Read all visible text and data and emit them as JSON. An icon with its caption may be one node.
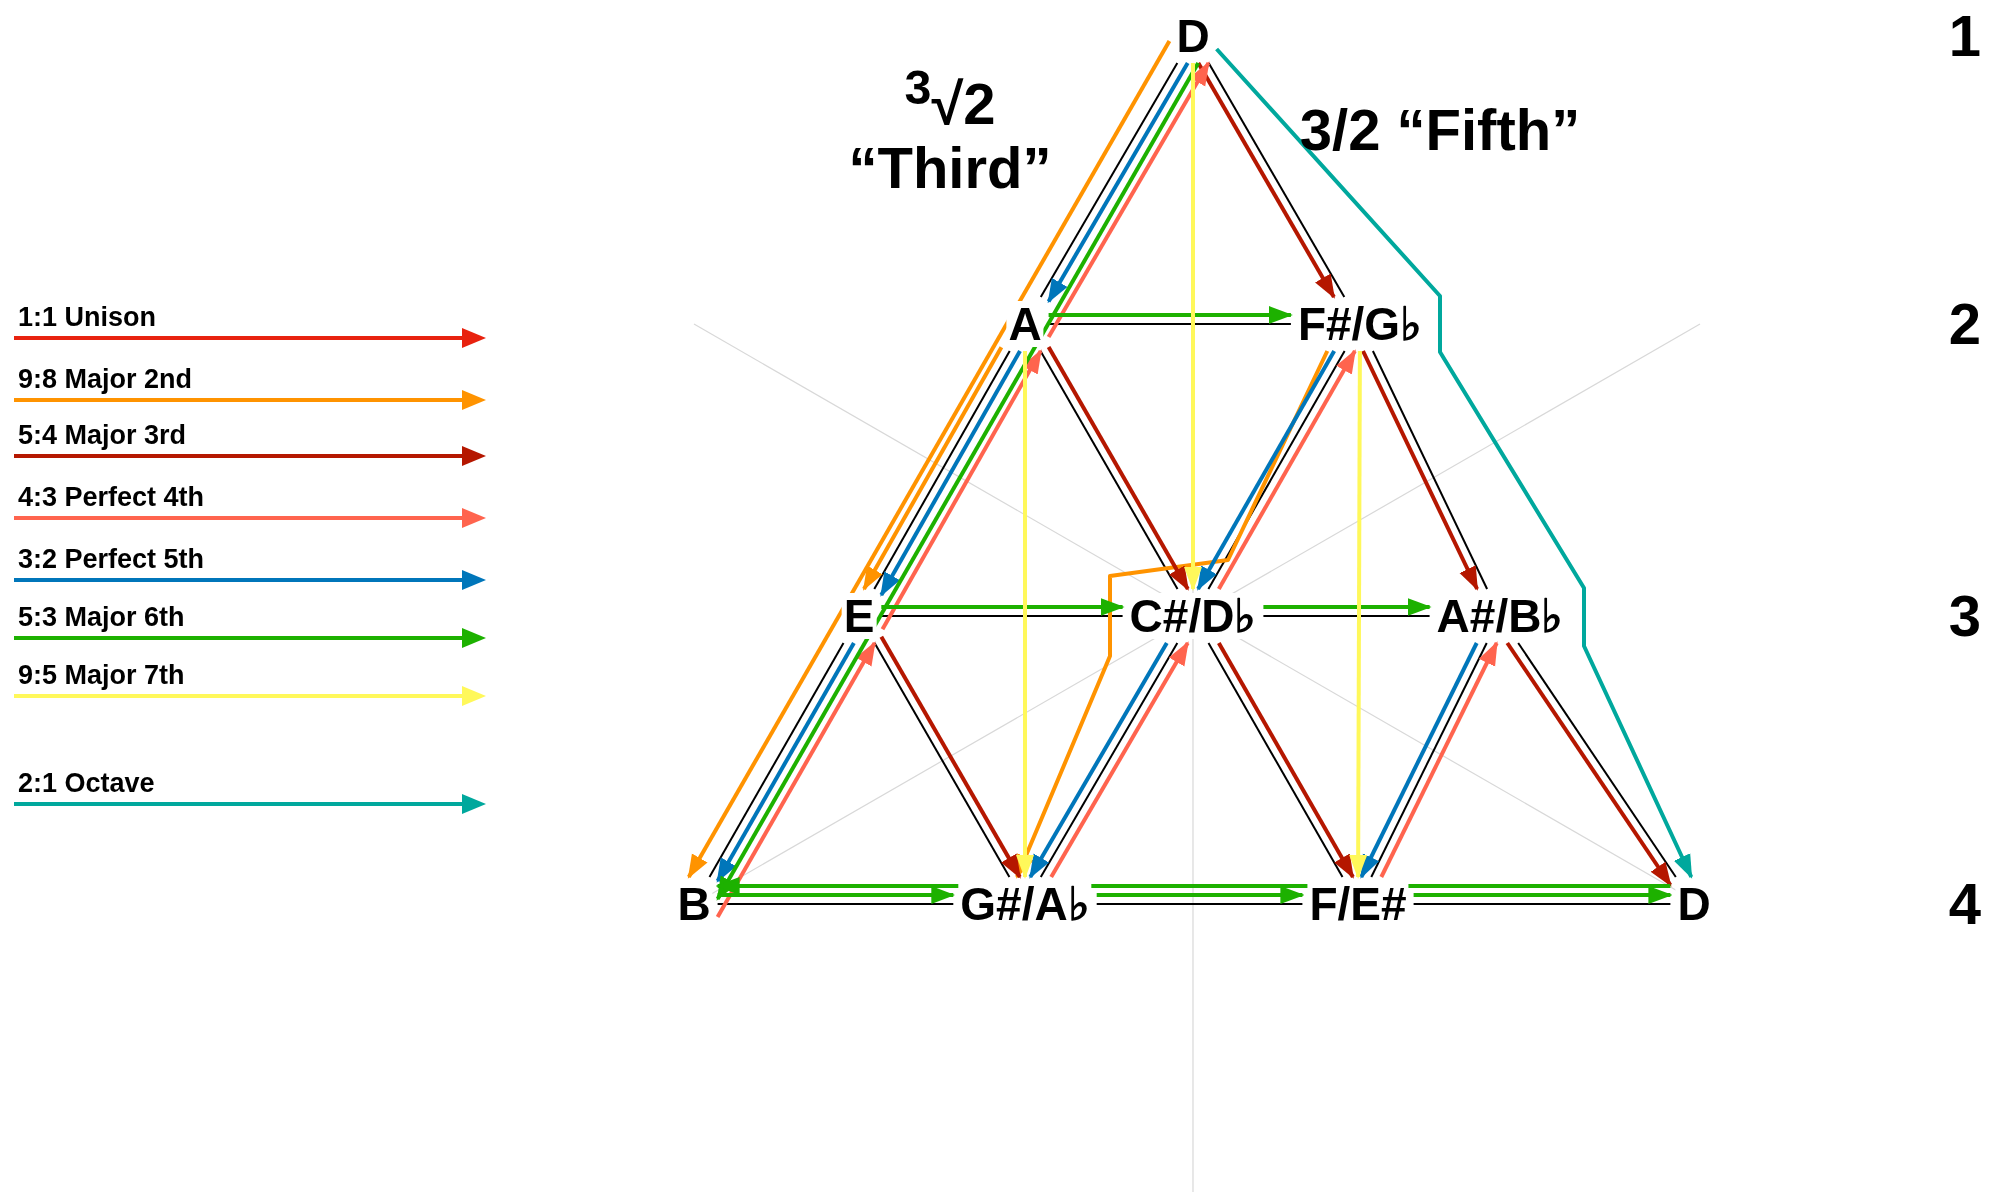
{
  "diagram": {
    "nodes": [
      {
        "text": [
          "D"
        ]
      },
      {
        "text": [
          "A"
        ]
      },
      {
        "text": [
          "F#/G♭"
        ]
      },
      {
        "text": [
          "E"
        ]
      },
      {
        "text": [
          "C#/D♭"
        ]
      },
      {
        "text": [
          "A#/B♭"
        ]
      },
      {
        "text": [
          "B"
        ]
      },
      {
        "text": [
          "G#/A♭"
        ]
      },
      {
        "text": [
          "F/E#"
        ]
      },
      {
        "text": [
          "D"
        ]
      }
    ],
    "edges": [
      {
        "from": 0,
        "to": 1,
        "arrow": "none"
      },
      {
        "from": 0,
        "to": 2,
        "arrow": "none"
      },
      {
        "from": 1,
        "to": 2,
        "arrow": "none"
      },
      {
        "from": 1,
        "to": 3,
        "arrow": "none"
      },
      {
        "from": 1,
        "to": 4,
        "arrow": "none"
      },
      {
        "from": 2,
        "to": 4,
        "arrow": "none"
      },
      {
        "from": 2,
        "to": 5,
        "arrow": "none"
      },
      {
        "from": 3,
        "to": 4,
        "arrow": "none"
      },
      {
        "from": 4,
        "to": 5,
        "arrow": "none"
      },
      {
        "from": 3,
        "to": 6,
        "arrow": "none"
      },
      {
        "from": 3,
        "to": 7,
        "arrow": "none"
      },
      {
        "from": 4,
        "to": 7,
        "arrow": "none"
      },
      {
        "from": 4,
        "to": 8,
        "arrow": "none"
      },
      {
        "from": 5,
        "to": 8,
        "arrow": "none"
      },
      {
        "from": 5,
        "to": 9,
        "arrow": "none"
      },
      {
        "from": 6,
        "to": 7,
        "arrow": "none"
      },
      {
        "from": 7,
        "to": 8,
        "arrow": "none"
      },
      {
        "from": 8,
        "to": 9,
        "arrow": "none"
      },
      {
        "from": 0,
        "to": 6,
        "arrow": "to",
        "color": "#ff9300"
      },
      {
        "from": 1,
        "to": 3,
        "arrow": "to",
        "color": "#ff9300"
      },
      {
        "from": 2,
        "to": 7,
        "arrow": "to",
        "color": "#ff9300"
      },
      {
        "from": 0,
        "to": 2,
        "arrow": "to",
        "color": "#b51700"
      },
      {
        "from": 1,
        "to": 4,
        "arrow": "to",
        "color": "#b51700"
      },
      {
        "from": 2,
        "to": 5,
        "arrow": "to",
        "color": "#b51700"
      },
      {
        "from": 3,
        "to": 7,
        "arrow": "to",
        "color": "#b51700"
      },
      {
        "from": 4,
        "to": 8,
        "arrow": "to",
        "color": "#b51700"
      },
      {
        "from": 5,
        "to": 9,
        "arrow": "to",
        "color": "#b51700"
      },
      {
        "from": 1,
        "to": 0,
        "arrow": "to",
        "color": "#ff644e"
      },
      {
        "from": 3,
        "to": 1,
        "arrow": "to",
        "color": "#ff644e"
      },
      {
        "from": 4,
        "to": 2,
        "arrow": "to",
        "color": "#ff644e"
      },
      {
        "from": 6,
        "to": 3,
        "arrow": "to",
        "color": "#ff644e"
      },
      {
        "from": 7,
        "to": 4,
        "arrow": "to",
        "color": "#ff644e"
      },
      {
        "from": 8,
        "to": 5,
        "arrow": "to",
        "color": "#ff644e"
      },
      {
        "from": 0,
        "to": 1,
        "arrow": "to",
        "color": "#0076ba"
      },
      {
        "from": 1,
        "to": 3,
        "arrow": "to",
        "color": "#0076ba"
      },
      {
        "from": 3,
        "to": 6,
        "arrow": "to",
        "color": "#0076ba"
      },
      {
        "from": 2,
        "to": 4,
        "arrow": "to",
        "color": "#0076ba"
      },
      {
        "from": 4,
        "to": 7,
        "arrow": "to",
        "color": "#0076ba"
      },
      {
        "from": 5,
        "to": 8,
        "arrow": "to",
        "color": "#0076ba"
      },
      {
        "from": 0,
        "to": 6,
        "arrow": "to",
        "color": "#1db100"
      },
      {
        "from": 1,
        "to": 2,
        "arrow": "to",
        "color": "#1db100"
      },
      {
        "from": 3,
        "to": 4,
        "arrow": "to",
        "color": "#1db100"
      },
      {
        "from": 4,
        "to": 5,
        "arrow": "to",
        "color": "#1db100"
      },
      {
        "from": 9,
        "to": 6,
        "arrow": "to",
        "color": "#1db100"
      },
      {
        "from": 6,
        "to": 7,
        "arrow": "to",
        "color": "#1db100"
      },
      {
        "from": 7,
        "to": 8,
        "arrow": "to",
        "color": "#1db100"
      },
      {
        "from": 8,
        "to": 9,
        "arrow": "to",
        "color": "#1db100"
      },
      {
        "from": 0,
        "to": 4,
        "arrow": "to",
        "color": "#fff85a"
      },
      {
        "from": 1,
        "to": 7,
        "arrow": "to",
        "color": "#fff85a"
      },
      {
        "from": 2,
        "to": 8,
        "arrow": "to",
        "color": "#fff85a"
      },
      {
        "from": 0,
        "to": 9,
        "arrow": "to",
        "color": "#00a89d"
      }
    ],
    "labels": [
      "$^{3}$√2 “Third”",
      "3/2 “Fifth”",
      "1",
      "2",
      "3",
      "4"
    ],
    "legend": [
      {
        "text": "1:1 Unison",
        "color": "#e8220f"
      },
      {
        "text": "9:8 Major 2nd",
        "color": "#ff9300"
      },
      {
        "text": "5:4 Major 3rd",
        "color": "#b51700"
      },
      {
        "text": "4:3 Perfect 4th",
        "color": "#ff644e"
      },
      {
        "text": "3:2 Perfect 5th",
        "color": "#0076ba"
      },
      {
        "text": "5:3 Major 6th",
        "color": "#1db100"
      },
      {
        "text": "9:5 Major 7th",
        "color": "#fff85a"
      },
      {
        "text": "2:1 Octave",
        "color": "#00a89d"
      }
    ]
  }
}
